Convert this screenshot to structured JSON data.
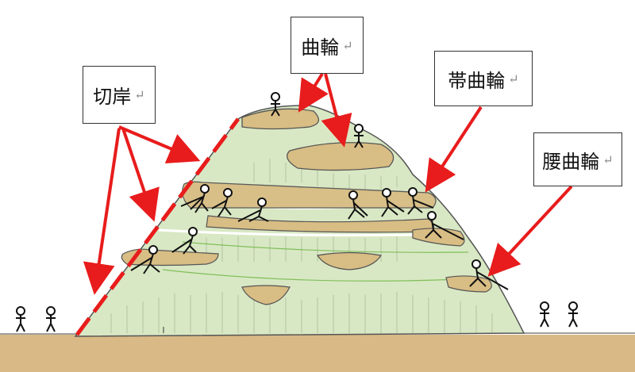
{
  "labels": {
    "kirigishi": "切岸",
    "kuruwa": "曲輪",
    "obikuruwa": "帯曲輪",
    "koshikuruwa": "腰曲輪",
    "return_mark": "↵"
  },
  "colors": {
    "hill": "#d9e8c4",
    "hill_edge": "#555555",
    "terrace": "#d8bd84",
    "ground": "#d9b985",
    "arrow": "#e81c1c",
    "figure": "#111111"
  }
}
